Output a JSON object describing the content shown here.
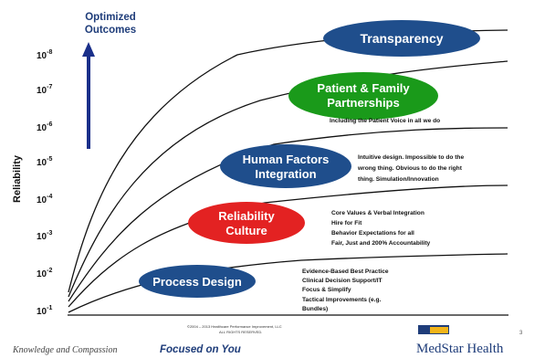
{
  "top_label": [
    "Optimized",
    "Outcomes"
  ],
  "y_axis_title": "Reliability",
  "y_ticks": [
    {
      "base": "10",
      "exp": "-8"
    },
    {
      "base": "10",
      "exp": "-7"
    },
    {
      "base": "10",
      "exp": "-6"
    },
    {
      "base": "10",
      "exp": "-5"
    },
    {
      "base": "10",
      "exp": "-4"
    },
    {
      "base": "10",
      "exp": "-3"
    },
    {
      "base": "10",
      "exp": "-2"
    },
    {
      "base": "10",
      "exp": "-1"
    }
  ],
  "stages": [
    {
      "name": "transparency",
      "label": [
        "Transparency"
      ],
      "color": "#1f4e8c"
    },
    {
      "name": "patient-family",
      "label": [
        "Patient & Family",
        "Partnerships"
      ],
      "color": "#1a9a1a"
    },
    {
      "name": "human-factors",
      "label": [
        "Human Factors",
        "Integration"
      ],
      "color": "#1f4e8c"
    },
    {
      "name": "reliability-culture",
      "label": [
        "Reliability",
        "Culture"
      ],
      "color": "#e32222"
    },
    {
      "name": "process-design",
      "label": [
        "Process Design"
      ],
      "color": "#1f4e8c"
    }
  ],
  "notes": {
    "patient_voice": [
      "Including the Patient Voice in all we do"
    ],
    "human_factors": [
      "Intuitive design. Impossible to do the",
      "wrong thing. Obvious to do the right",
      "thing. Simulation/Innovation"
    ],
    "culture": [
      "Core Values & Verbal Integration",
      "Hire for Fit",
      "Behavior Expectations for all",
      "Fair, Just and 200% Accountability"
    ],
    "process": [
      "Evidence-Based Best Practice",
      "Clinical Decision Support/IT",
      "Focus & Simplify",
      "Tactical Improvements (e.g.",
      "Bundles)"
    ]
  },
  "copyright": [
    "©2004 – 2013 Healthcare Performance Improvement, LLC",
    "ALL RIGHTS RESERVED."
  ],
  "footer": {
    "tagline_prefix": "Knowledge and Compassion",
    "tagline_emphasis": "Focused on You",
    "brand": "MedStar Health",
    "page_number": "3"
  },
  "colors": {
    "arrow": "#1a2f8a",
    "curve": "#111111",
    "top_label": "#1f3d7a"
  }
}
